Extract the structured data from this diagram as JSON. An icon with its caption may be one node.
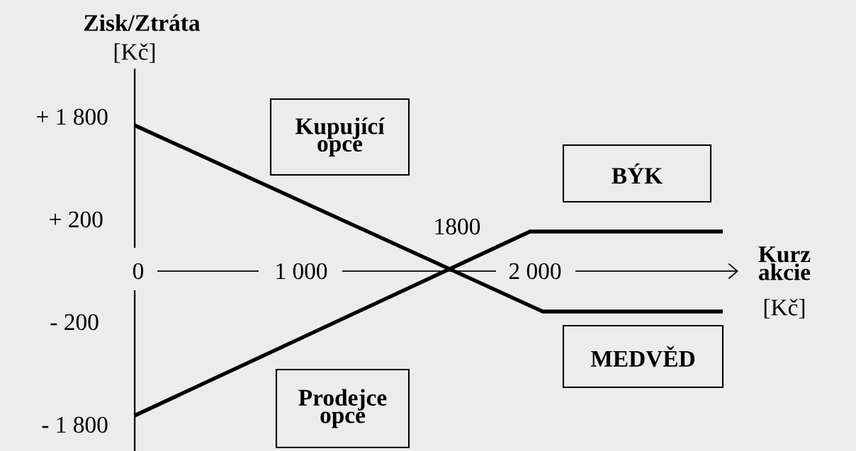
{
  "diagram": {
    "nodes": [
      {
        "text": [
          "Kupující opce"
        ]
      },
      {
        "text": [
          "BÝK"
        ]
      },
      {
        "text": [
          "MEDVĚD"
        ]
      },
      {
        "text": [
          "Prodejce opce"
        ]
      }
    ],
    "labels": [
      "Zisk/Ztráta",
      "[Kč]",
      "+ 1 800",
      "+ 200",
      "1800",
      "0",
      "1 000",
      "2 000",
      "Kurz akcie",
      "[Kč]",
      "- 200",
      "- 1 800"
    ]
  }
}
